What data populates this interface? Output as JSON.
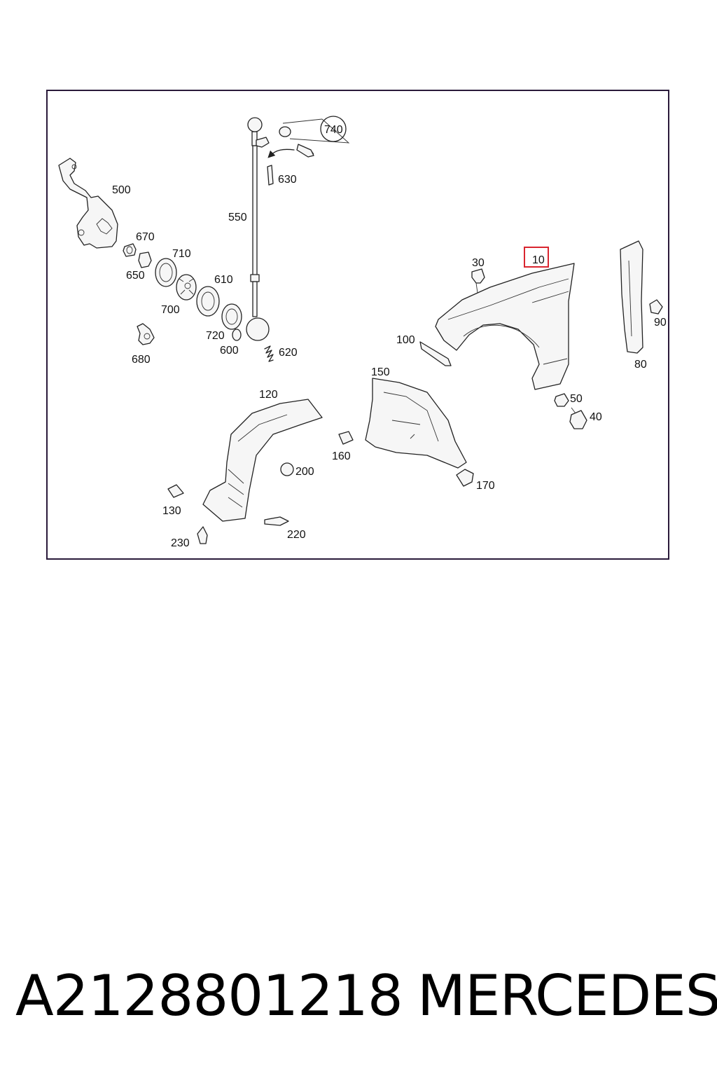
{
  "diagram": {
    "highlight_color": "#d9252f",
    "labels": {
      "p10": "10",
      "p30": "30",
      "p40": "40",
      "p50": "50",
      "p80": "80",
      "p90": "90",
      "p100": "100",
      "p120": "120",
      "p130": "130",
      "p150": "150",
      "p160": "160",
      "p170": "170",
      "p200": "200",
      "p220": "220",
      "p230": "230",
      "p500": "500",
      "p550": "550",
      "p600": "600",
      "p610": "610",
      "p620": "620",
      "p630": "630",
      "p650": "650",
      "p670": "670",
      "p680": "680",
      "p700": "700",
      "p710": "710",
      "p720": "720",
      "p740": "740"
    }
  },
  "footer": {
    "part_number": "A2128801218",
    "brand": "MERCEDES"
  }
}
